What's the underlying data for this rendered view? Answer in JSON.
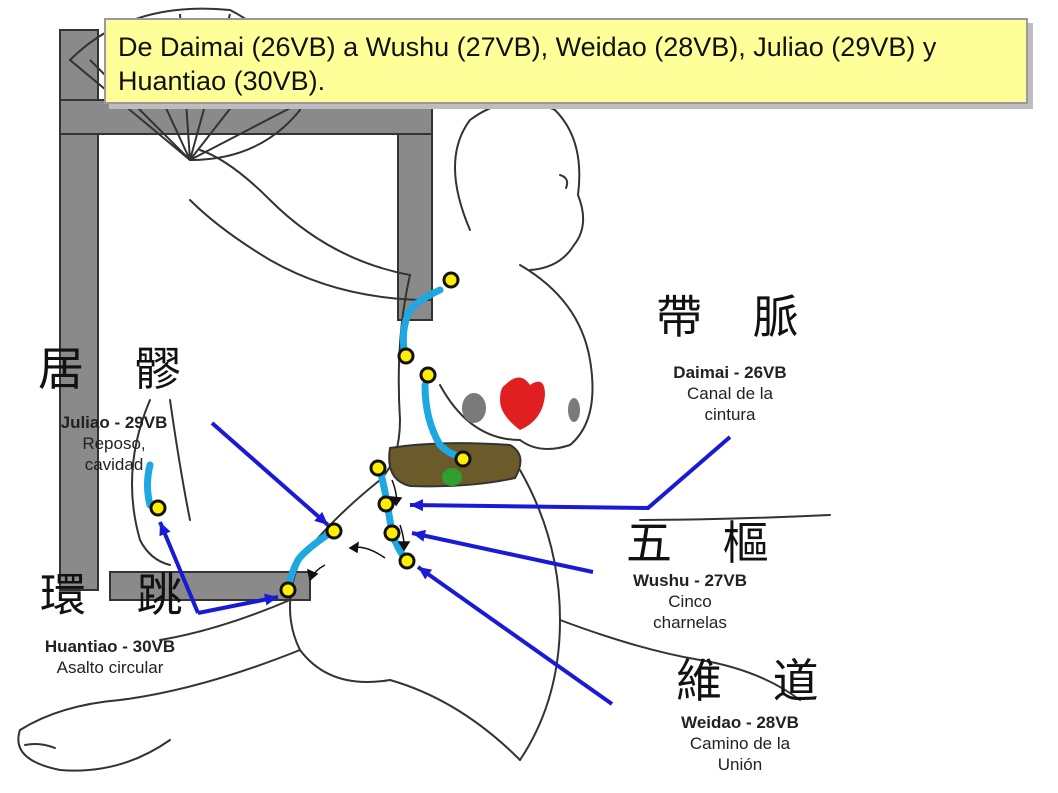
{
  "title": "De Daimai (26VB) a Wushu (27VB), Weidao (28VB), Juliao (29VB) y Huantiao (30VB).",
  "colors": {
    "channel": "#1ea7e1",
    "arrow": "#1a1ad6",
    "point_fill": "#ffee00",
    "point_stroke": "#111111",
    "title_bg": "#ffff99",
    "heart": "#e02020",
    "sash": "#6b5a2a"
  },
  "points": {
    "daimai": {
      "kanji": "帶 脈",
      "name": "Daimai - 26VB",
      "meaning": "Canal de la cintura"
    },
    "juliao": {
      "kanji": "居 髎",
      "name": "Juliao - 29VB",
      "meaning": "Reposo, cavidad"
    },
    "wushu": {
      "kanji": "五 樞",
      "name": "Wushu - 27VB",
      "meaning": "Cinco charnelas"
    },
    "huantiao": {
      "kanji": "環 跳",
      "name": "Huantiao - 30VB",
      "meaning": "Asalto circular"
    },
    "weidao": {
      "kanji": "維 道",
      "name": "Weidao - 28VB",
      "meaning": "Camino de la Unión"
    }
  }
}
